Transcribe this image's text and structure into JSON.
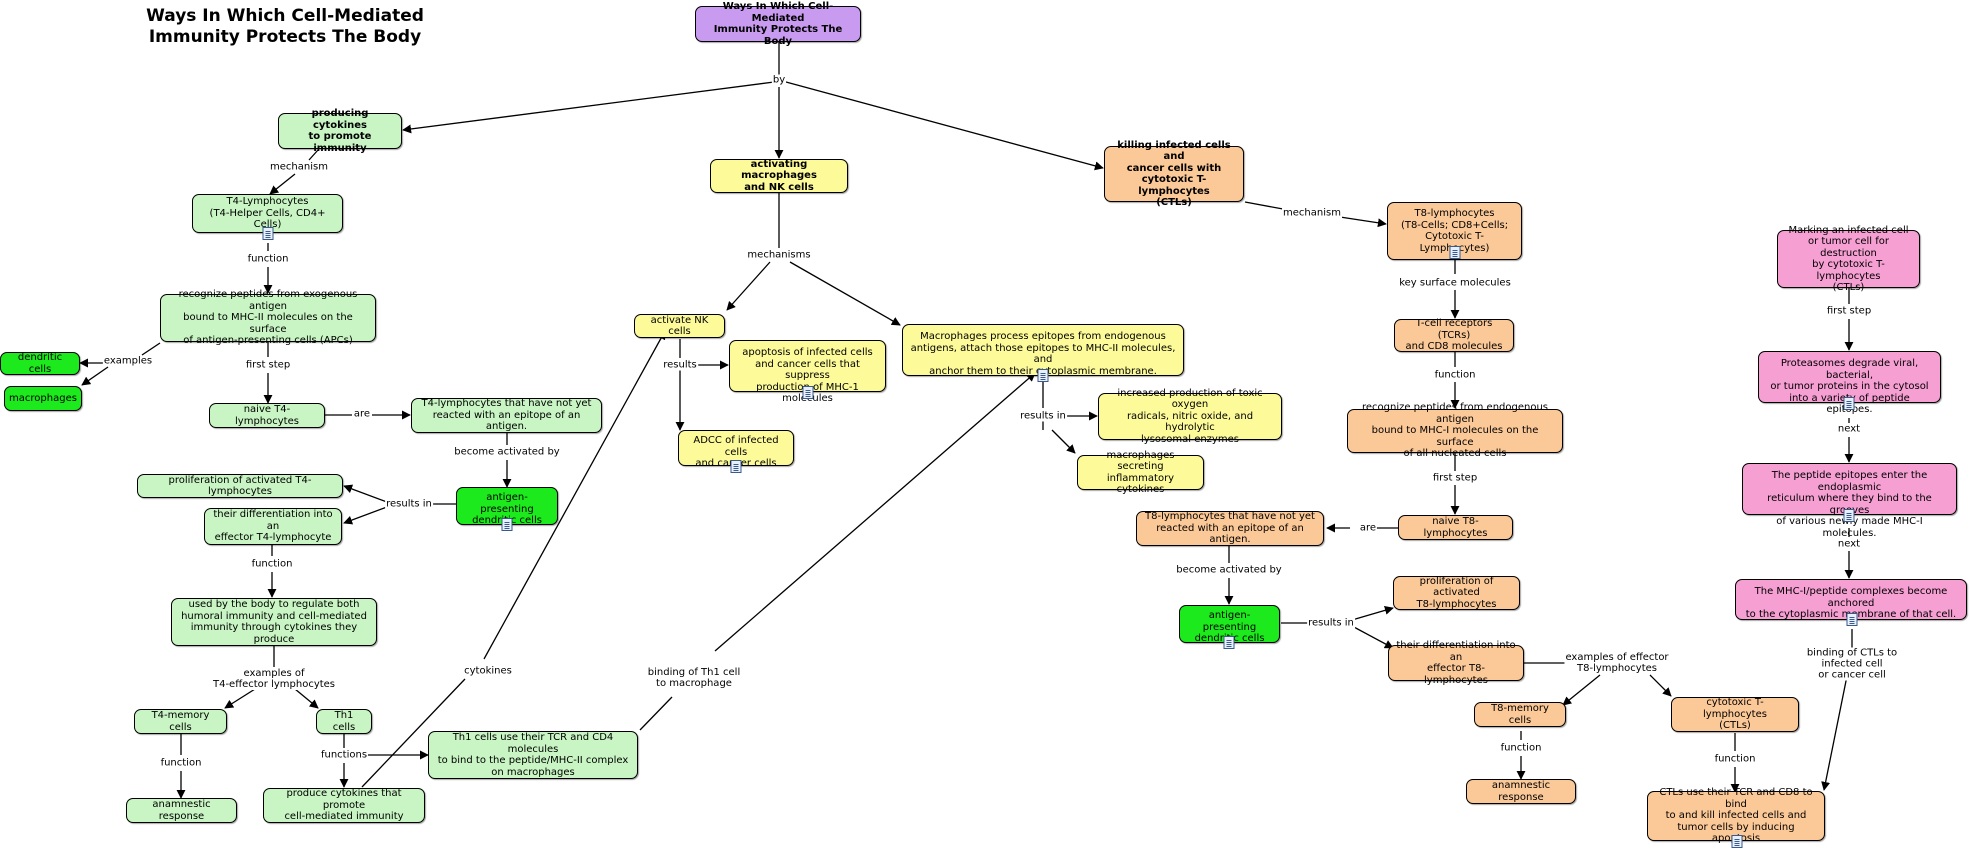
{
  "title": "Ways In Which Cell-Mediated\nImmunity Protects The Body",
  "nodes": {
    "root": "Ways In Which Cell-Mediated\nImmunity Protects The Body",
    "cytokines_top": "producing cytokines\nto promote immunity",
    "t4": "T4-Lymphocytes\n(T4-Helper Cells, CD4+ Cells)",
    "recognize_mhc2": "recognize peptides from exogenous antigen\nbound to MHC-II molecules on the surface\nof antigen-presenting cells (APCs)",
    "dendritic": "dendritic cells",
    "macrophages_g": "macrophages",
    "naive_t4": "naive T4-lymphocytes",
    "t4_not_reacted": "T4-lymphocytes that have not yet\nreacted with an epitope of an antigen.",
    "apc_dc_left": "antigen-presenting\ndendritic cells",
    "prolif_t4": "proliferation of activated T4-lymphocytes",
    "diff_t4": "their differentiation into an\neffector T4-lymphocyte",
    "used_by_body": "used by the body to regulate both\nhumoral immunity and cell-mediated\nimmunity through cytokines they produce",
    "t4_memory": "T4-memory cells",
    "th1": "Th1 cells",
    "anamnestic_left": "anamnestic response",
    "produce_cytokines": "produce cytokines that promote\ncell-mediated immunity",
    "th1_tcr": "Th1 cells use their TCR and CD4 molecules\nto bind to the peptide/MHC-II complex\non macrophages",
    "activating_macro": "activating macrophages\nand NK cells",
    "activate_nk": "activate NK cells",
    "apoptosis": "apoptosis of infected cells\nand cancer cells that suppress\nproduction of MHC-1 molecules",
    "adcc": "ADCC of infected cells\nand cancer cells",
    "macro_process": "Macrophages process epitopes from endogenous\nantigens,  attach those epitopes to MHC-II molecules, and\nanchor them to their cytoplasmic membrane.",
    "increased_prod": "increased production of toxic oxygen\nradicals, nitric oxide, and hydrolytic\nlysosomal enzymes",
    "macro_secreting": "macrophages secreting\ninflammatory cytokines",
    "killing": "killing infected cells and\ncancer cells with\ncytotoxic T-lymphocytes\n(CTLs)",
    "t8": "T8-lymphocytes\n(T8-Cells; CD8+Cells;\nCytotoxic T-Lymphocytes)",
    "tcr_cd8": "T-cell receptors (TCRs)\nand CD8 molecules",
    "recognize_mhc1": "recognize peptides from endogenous antigen\nbound to MHC-I molecules on the surface\nof all nucleated cells",
    "naive_t8": "naive T8-lymphocytes",
    "t8_not_reacted": "T8-lymphocytes that have not yet\nreacted with an epitope of an antigen.",
    "apc_dc_right": "antigen-presenting\ndendritic cells",
    "prolif_t8": "proliferation of activated\nT8-lymphocytes",
    "diff_t8": "their differentiation into an\neffector T8-lymphocytes",
    "t8_memory": "T8-memory cells",
    "ctl": "cytotoxic T-lymphocytes\n(CTLs)",
    "anamnestic_right": "anamnestic response",
    "ctls_use": "CTLs use their TCR and CD8 to bind\nto and kill infected cells and\ntumor cells by inducing apoptosis",
    "marking": "Marking an infected cell\nor tumor cell for destruction\nby cytotoxic T-lymphocytes\n(CTLs)",
    "proteasomes": "Proteasomes degrade viral, bacterial,\nor tumor proteins in the cytosol\ninto a variety of peptide epitopes.",
    "peptide_enter": "The peptide epitopes enter the endoplasmic\nreticulum where they bind to the grooves\nof various newly made MHC-I molecules.",
    "mhc_anchored": "The MHC-I/peptide complexes become anchored\nto the cytoplasmic membrane of that cell."
  },
  "labels": {
    "by": "by",
    "mechanism_left": "mechanism",
    "function_t4": "function",
    "examples": "examples",
    "first_step_left": "first step",
    "are_left": "are",
    "become_activated_left": "become activated by",
    "results_in_left": "results in",
    "function_diff": "function",
    "examples_of_t4": "examples of\nT4-effector lymphocytes",
    "function_memory": "function",
    "functions_th1": "functions",
    "cytokines": "cytokines",
    "binding_th1": "binding of Th1 cell\nto macrophage",
    "mechanisms": "mechanisms",
    "results_nk": "results",
    "results_in_macro": "results in",
    "mechanism_right": "mechanism",
    "key_surface": "key surface molecules",
    "function_tcr": "function",
    "first_step_right": "first step",
    "are_right": "are",
    "become_activated_right": "become activated by",
    "results_in_right": "results in",
    "examples_effector": "examples of effector\nT8-lymphocytes",
    "function_t8mem": "function",
    "function_ctl": "function",
    "first_step_marking": "first step",
    "next_1": "next",
    "next_2": "next",
    "binding_ctls": "binding of CTLs to infected cell\nor cancer cell"
  },
  "colors": {
    "light_green": "#c8f5c3",
    "bright_green": "#1dea1d",
    "yellow": "#fdfa9a",
    "orange": "#fbc897",
    "pink": "#f59fd2",
    "purple": "#c89bf0"
  },
  "icons": [
    "document-icon"
  ]
}
